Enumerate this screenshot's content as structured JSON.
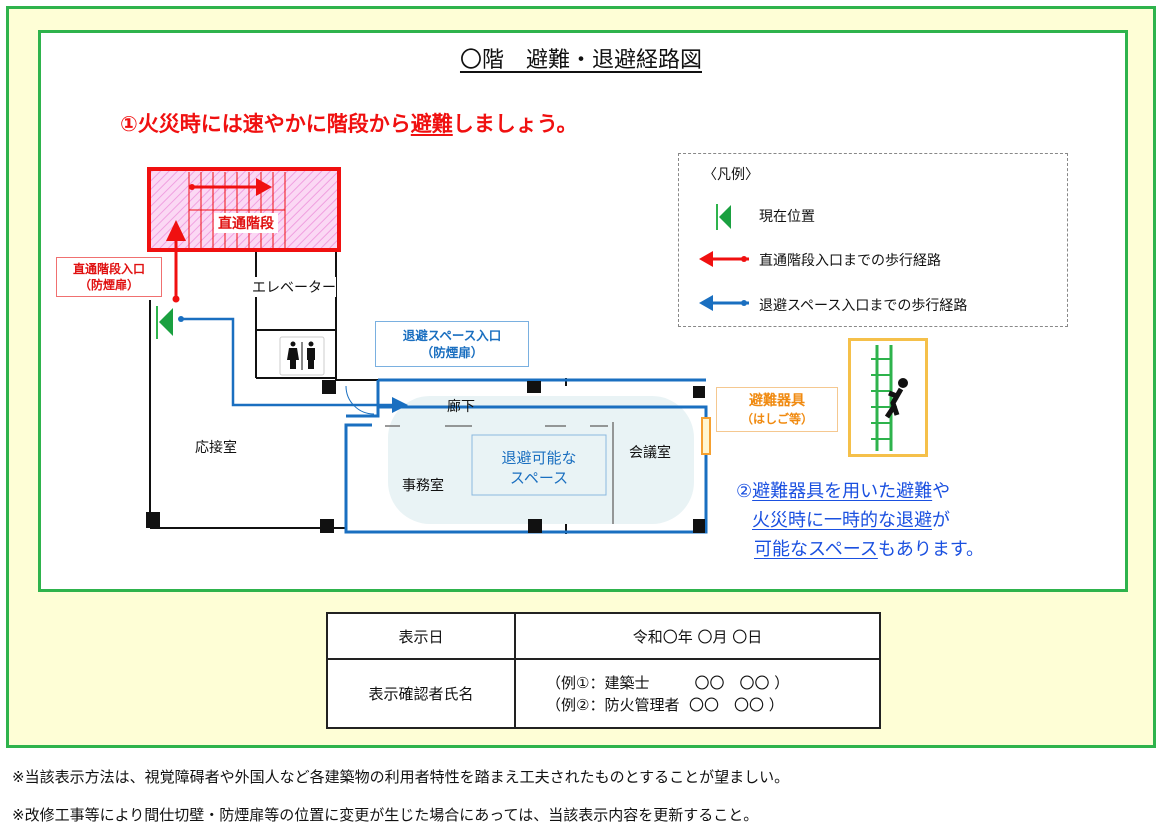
{
  "title": "〇階　避難・退避経路図",
  "note1": {
    "prefix": "①火災時には速やかに階段から",
    "underlined": "避難",
    "suffix": "しましょう。"
  },
  "plan": {
    "stairs": "直通階段",
    "stair_entrance": [
      "直通階段入口",
      "（防煙扉）"
    ],
    "elevator": "エレベーター",
    "refuge_entrance": [
      "退避スペース入口",
      "（防煙扉）"
    ],
    "corridor": "廊下",
    "reception": "応接室",
    "office": "事務室",
    "meeting": "会議室",
    "refuge_space": [
      "退避可能な",
      "スペース"
    ],
    "device": [
      "避難器具",
      "（はしご等）"
    ]
  },
  "legend": {
    "title": "〈凡例〉",
    "items": [
      {
        "icon": "current-position-icon",
        "label": "現在位置"
      },
      {
        "icon": "red-route-arrow",
        "label": "直通階段入口までの歩行経路"
      },
      {
        "icon": "blue-route-arrow",
        "label": "退避スペース入口までの歩行経路"
      }
    ]
  },
  "note2": {
    "line1_u": "避難器具を用いた避難",
    "line1_pre": "②",
    "line1_post": "や",
    "line2_u": "火災時に一時的な退避",
    "line2_post": "が",
    "line3_u": "可能なスペース",
    "line3_post": "もあります。"
  },
  "table": {
    "rows": [
      {
        "label": "表示日",
        "value": [
          "令和〇年 〇月 〇日"
        ]
      },
      {
        "label": "表示確認者氏名",
        "value": [
          "（例①：建築士　　　〇〇　〇〇 ）",
          "（例②：防火管理者  〇〇　〇〇 ）"
        ]
      }
    ]
  },
  "footnotes": [
    "※当該表示方法は、視覚障碍者や外国人など各建築物の利用者特性を踏まえ工夫されたものとすることが望ましい。",
    "※改修工事等により間仕切壁・防煙扉等の位置に変更が生じた場合にあっては、当該表示内容を更新すること。"
  ],
  "colors": {
    "green": "#2eb34c",
    "red": "#f01010",
    "blue": "#1a6fc0",
    "orange": "#f5a030"
  }
}
